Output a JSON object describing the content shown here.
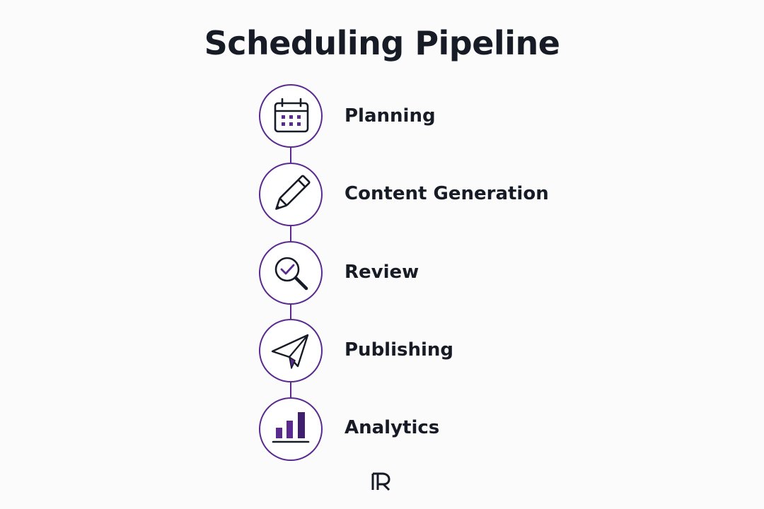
{
  "title": "Scheduling Pipeline",
  "steps": [
    {
      "label": "Planning",
      "icon": "calendar-icon"
    },
    {
      "label": "Content Generation",
      "icon": "pencil-icon"
    },
    {
      "label": "Review",
      "icon": "magnifier-check-icon"
    },
    {
      "label": "Publishing",
      "icon": "paper-plane-icon"
    },
    {
      "label": "Analytics",
      "icon": "bar-chart-icon"
    }
  ],
  "colors": {
    "accent": "#5b2a91",
    "text": "#161b26",
    "background": "#fbfbfc"
  },
  "logo": {
    "icon": "r-logo-icon"
  }
}
